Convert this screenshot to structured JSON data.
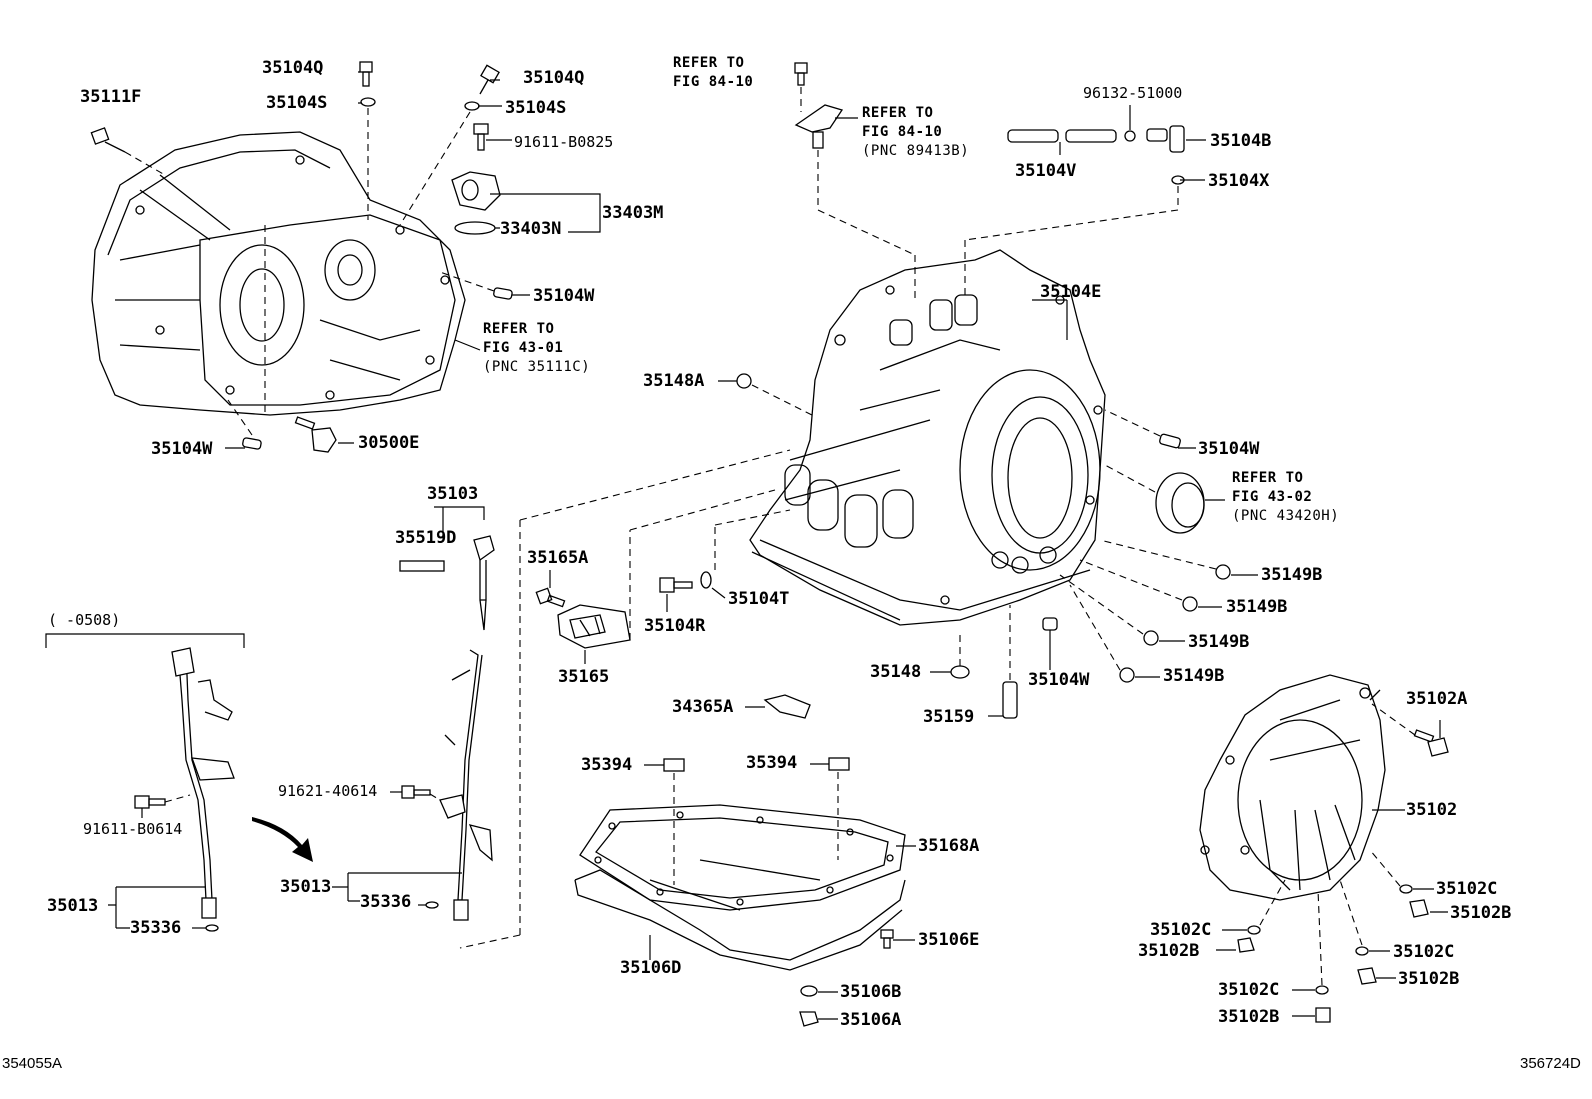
{
  "diagram": {
    "ref_code_left": "354055A",
    "ref_code_right": "356724D",
    "date_range": "(      -0508)",
    "labels": {
      "p35104Q_a": "35104Q",
      "p35104S_a": "35104S",
      "p35111F": "35111F",
      "p35104Q_b": "35104Q",
      "p35104S_b": "35104S",
      "p91611_B0825": "91611-B0825",
      "p33403M": "33403M",
      "p33403N": "33403N",
      "p35104W_a": "35104W",
      "p35104W_b": "35104W",
      "p30500E": "30500E",
      "p96132_51000": "96132-51000",
      "p35104B": "35104B",
      "p35104V": "35104V",
      "p35104X": "35104X",
      "p35104E": "35104E",
      "p35148A": "35148A",
      "p35104W_c": "35104W",
      "p35149B_a": "35149B",
      "p35149B_b": "35149B",
      "p35149B_c": "35149B",
      "p35149B_d": "35149B",
      "p35103": "35103",
      "p35519D": "35519D",
      "p35165A": "35165A",
      "p35104T": "35104T",
      "p35104R": "35104R",
      "p35165": "35165",
      "p35148": "35148",
      "p35104W_d": "35104W",
      "p35159": "35159",
      "p34365A": "34365A",
      "p35102A": "35102A",
      "p35102": "35102",
      "p35102C_a": "35102C",
      "p35102B_a": "35102B",
      "p35102C_b": "35102C",
      "p35102B_b": "35102B",
      "p35102C_c": "35102C",
      "p35102B_c": "35102B",
      "p35102C_d": "35102C",
      "p35102B_d": "35102B",
      "p91611_B0614": "91611-B0614",
      "p35013_a": "35013",
      "p35336_a": "35336",
      "p91621_40614": "91621-40614",
      "p35013_b": "35013",
      "p35336_b": "35336",
      "p35394_a": "35394",
      "p35394_b": "35394",
      "p35168A": "35168A",
      "p35106D": "35106D",
      "p35106E": "35106E",
      "p35106B": "35106B",
      "p35106A": "35106A"
    },
    "refers": {
      "r1": {
        "l1": "REFER TO",
        "l2": "FIG 84-10"
      },
      "r2": {
        "l1": "REFER TO",
        "l2": "FIG 84-10",
        "l3": "(PNC 89413B)"
      },
      "r3": {
        "l1": "REFER TO",
        "l2": "FIG 43-01",
        "l3": "(PNC 35111C)"
      },
      "r4": {
        "l1": "REFER TO",
        "l2": "FIG 43-02",
        "l3": "(PNC 43420H)"
      }
    }
  }
}
